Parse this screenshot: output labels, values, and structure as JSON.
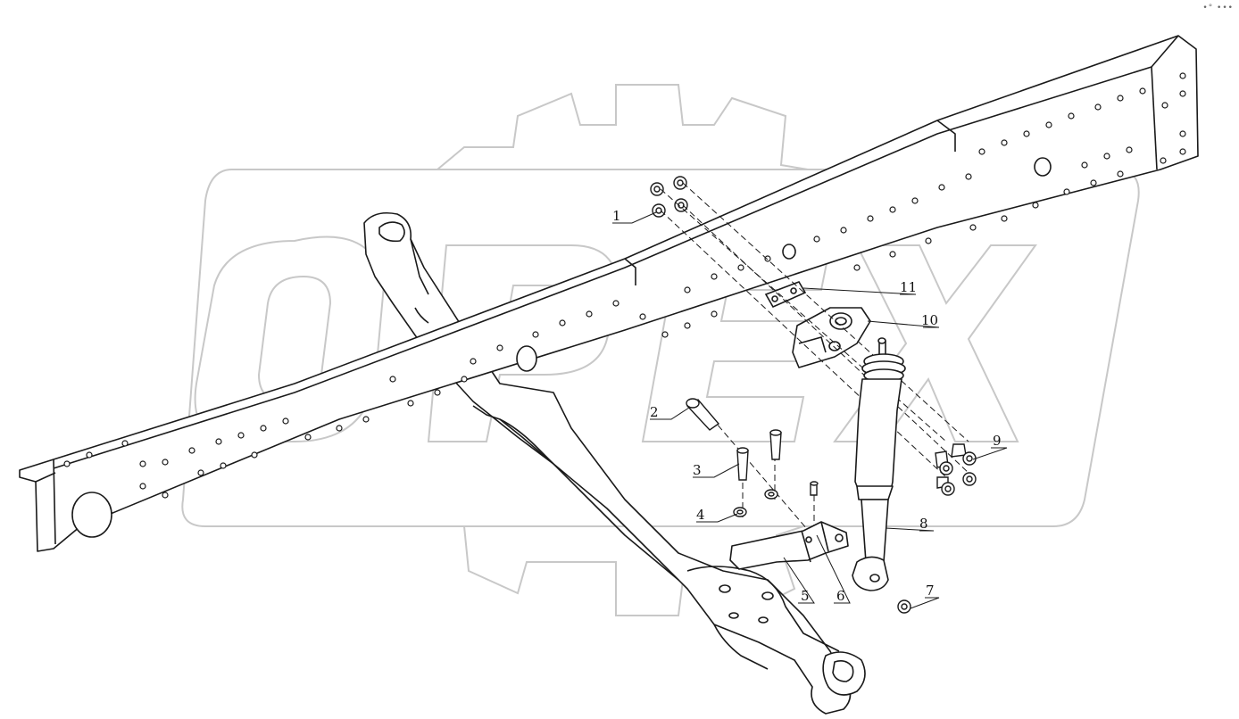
{
  "corner_mark": "•° •••",
  "watermark": "OPEX",
  "callouts": [
    {
      "id": "1",
      "label": "1"
    },
    {
      "id": "2",
      "label": "2"
    },
    {
      "id": "3",
      "label": "3"
    },
    {
      "id": "4",
      "label": "4"
    },
    {
      "id": "5",
      "label": "5"
    },
    {
      "id": "6",
      "label": "6"
    },
    {
      "id": "7",
      "label": "7"
    },
    {
      "id": "8",
      "label": "8"
    },
    {
      "id": "9",
      "label": "9"
    },
    {
      "id": "10",
      "label": "10"
    },
    {
      "id": "11",
      "label": "11"
    }
  ],
  "colors": {
    "line": "#1a1a1a",
    "watermark": "#c8c8c8"
  }
}
